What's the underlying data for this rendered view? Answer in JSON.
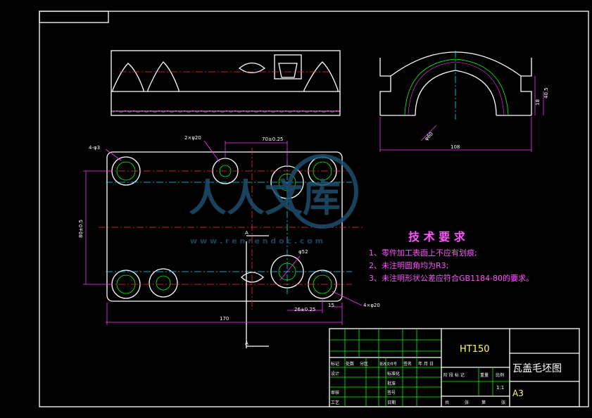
{
  "tech_requirements": {
    "title": "技 术 要 求",
    "items": [
      "1、零件加工表面上不应有划痕;",
      "2、未注明圆角均为R3;",
      "3、未注明形状公差应符合GB1184-80的要求。"
    ]
  },
  "dimensions": {
    "hole_2": "2×φ20",
    "hole_4a": "4-φ3",
    "center_dist": "70±0.25",
    "height_left": "80±0.5",
    "width_total": "170",
    "offset": "26±0.25",
    "edge": "15",
    "hole_4b": "4×φ20",
    "radius": "φ52",
    "dia_side": "φ60",
    "width_side": "108",
    "h1": "40.5",
    "h2": "18",
    "section": "A"
  },
  "title_block": {
    "material": "HT150",
    "part_name": "瓦盖毛坯图",
    "sheet_size": "A3",
    "scale": "1:1",
    "row_labels": [
      "设计",
      "审核",
      "工艺"
    ],
    "mid_labels": [
      "标准化",
      "批准",
      "签号",
      "日期"
    ],
    "header_cols": [
      "标记",
      "处数",
      "分区",
      "更改文件号",
      "签名",
      "年 月 日"
    ],
    "stage_cols": [
      "阶 段 标 记",
      "重量",
      "比例"
    ],
    "sheets": [
      "共",
      "张",
      "第",
      "张"
    ]
  },
  "watermark": {
    "text": "人人文库",
    "url": "w w w . r e n r e n d o c . c o m"
  },
  "colors": {
    "outline": "#ffffff",
    "hidden": "#00ff00",
    "center": "#00e5ff",
    "red_center": "#ff2a2a",
    "text": "#ff55ff"
  }
}
